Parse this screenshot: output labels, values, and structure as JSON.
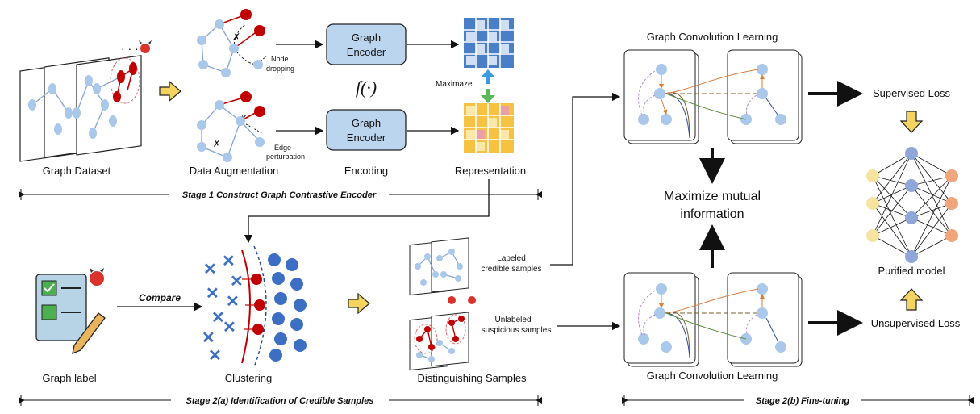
{
  "stage1": {
    "graph_dataset": "Graph Dataset",
    "data_augmentation": "Data Augmentation",
    "node_dropping_1": "Node",
    "node_dropping_2": "dropping",
    "edge_perturbation_1": "Edge",
    "edge_perturbation_2": "perturbation",
    "encoder_line1": "Graph",
    "encoder_line2": "Encoder",
    "function": "f(·)",
    "maximaze": "Maximaze",
    "encoding": "Encoding",
    "representation": "Representation",
    "title": "Stage 1  Construct Graph Contrastive Encoder"
  },
  "stage2a": {
    "graph_label": "Graph label",
    "compare": "Compare",
    "clustering": "Clustering",
    "labeled_1": "Labeled",
    "labeled_2": "credible samples",
    "unlabeled_1": "Unlabeled",
    "unlabeled_2": "suspicious samples",
    "distinguishing": "Distinguishing Samples",
    "title": "Stage 2(a)  Identification of Credible Samples"
  },
  "stage2b": {
    "gcl_top": "Graph Convolution Learning",
    "gcl_bottom": "Graph Convolution Learning",
    "mutual_1": "Maximize mutual",
    "mutual_2": "information",
    "supervised": "Supervised Loss",
    "unsupervised": "Unsupervised Loss",
    "purified": "Purified model",
    "title": "Stage 2(b) Fine-tuning"
  },
  "colors": {
    "node_blue": "#a9c8ea",
    "node_red": "#c00000",
    "encoder_fill": "#bcd5ee",
    "arrow_yellow": "#f4d35e",
    "cluster_blue": "#3c6fc4",
    "nn_yellow": "#f7e3a0",
    "nn_blue": "#8ea6d8",
    "nn_orange": "#f2a57a"
  }
}
